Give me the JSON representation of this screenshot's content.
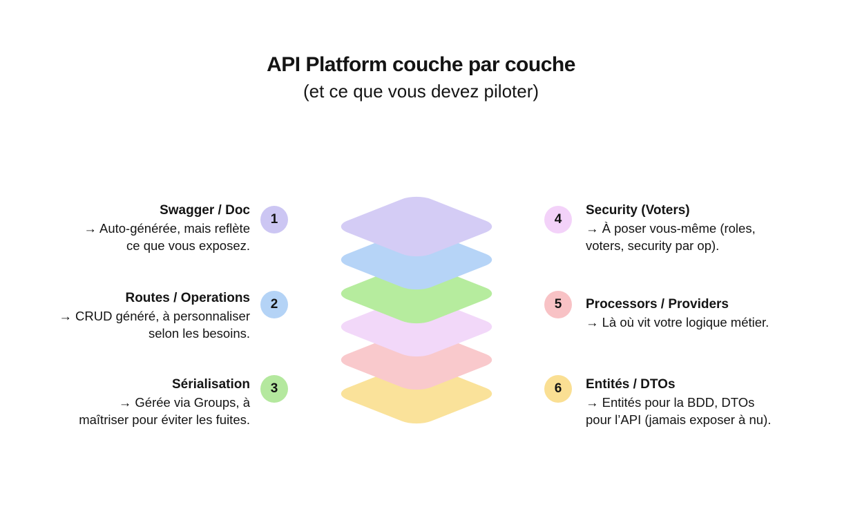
{
  "header": {
    "title": "API Platform couche par couche",
    "subtitle": "(et ce que vous devez piloter)"
  },
  "stack": {
    "layers": [
      {
        "name": "swagger-doc",
        "color": "#d4ccf5"
      },
      {
        "name": "routes-operations",
        "color": "#b6d4f7"
      },
      {
        "name": "serialisation",
        "color": "#b6ec9e"
      },
      {
        "name": "security-voters",
        "color": "#f2d8f9"
      },
      {
        "name": "processors-providers",
        "color": "#f9c9cc"
      },
      {
        "name": "entites-dtos",
        "color": "#fae29a"
      }
    ]
  },
  "left_items": [
    {
      "number": "1",
      "badge_color": "#ccc6f3",
      "title": "Swagger / Doc",
      "body": "→ Auto-générée, mais reflète\nce que vous exposez."
    },
    {
      "number": "2",
      "badge_color": "#b4d3f6",
      "title": "Routes / Operations",
      "body": "→ CRUD généré, à personnaliser\nselon les besoins."
    },
    {
      "number": "3",
      "badge_color": "#b4e89e",
      "title": "Sérialisation",
      "body": "→ Gérée via Groups, à\nmaîtriser pour éviter les fuites."
    }
  ],
  "right_items": [
    {
      "number": "4",
      "badge_color": "#f3d2f9",
      "title": "Security (Voters)",
      "body": "→ À poser vous-même (roles,\nvoters, security par op)."
    },
    {
      "number": "5",
      "badge_color": "#f8c2c5",
      "title": "Processors / Providers",
      "body": "→ Là où vit votre logique métier."
    },
    {
      "number": "6",
      "badge_color": "#fadf93",
      "title": "Entités / DTOs",
      "body": "→ Entités pour la BDD, DTOs\npour l’API (jamais exposer à nu)."
    }
  ]
}
